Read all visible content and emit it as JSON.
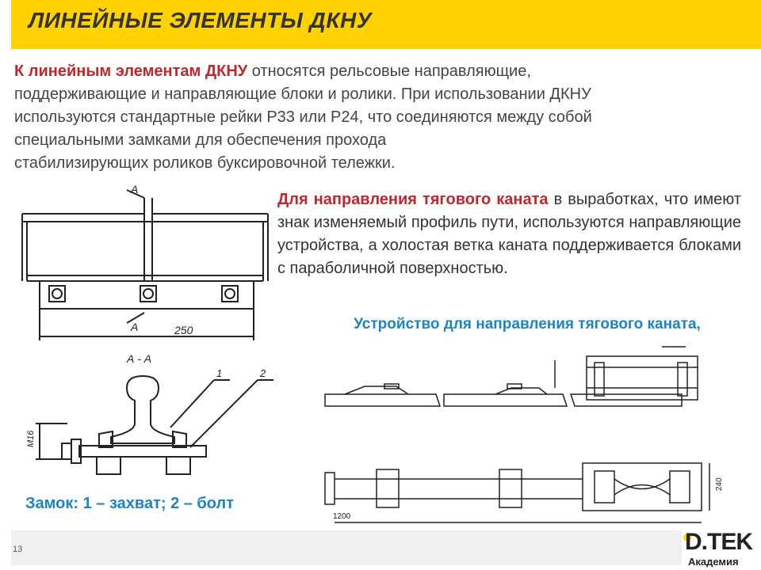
{
  "header": {
    "title": "ЛИНЕЙНЫЕ ЭЛЕМЕНТЫ ДКНУ"
  },
  "intro": {
    "lead": "К линейным элементам ДКНУ",
    "line1_rest": " относятся рельсовые направляющие,",
    "line2": "поддерживающие и  направляющие блоки и ролики. При использовании ДКНУ",
    "line3": "используются стандартные рейки Р33 или Р24, что соединяются между собой",
    "line4": "специальными замками для обеспечения прохода",
    "line5": "стабилизирующих роликов буксировочной тележки."
  },
  "right": {
    "lead": "Для направления тягового каната",
    "rest": " в выработках, что имеют знак изменяемый профиль пути, используются направляющие устройства, а холостая ветка каната поддерживается  блоками с параболичной  поверхностью."
  },
  "device_caption": "Устройство для направления тягового каната,",
  "lock_caption": "Замок: 1 – захват; 2 – болт",
  "drawings": {
    "rail_top": {
      "section_mark": "А",
      "dimension": "250"
    },
    "rail_section": {
      "title": "А - А",
      "callout_1": "1",
      "callout_2": "2",
      "height_dim": "М16"
    },
    "device_top": {
      "dim_label": "1200"
    },
    "device_side": {
      "dim_label": "240"
    }
  },
  "footer": {
    "page_number": "13"
  },
  "logo": {
    "main": "D.TEK",
    "sub": "Академия"
  },
  "colors": {
    "header_bg": "#ffd200",
    "accent_red": "#c0262d",
    "caption_blue": "#1b84c6"
  }
}
